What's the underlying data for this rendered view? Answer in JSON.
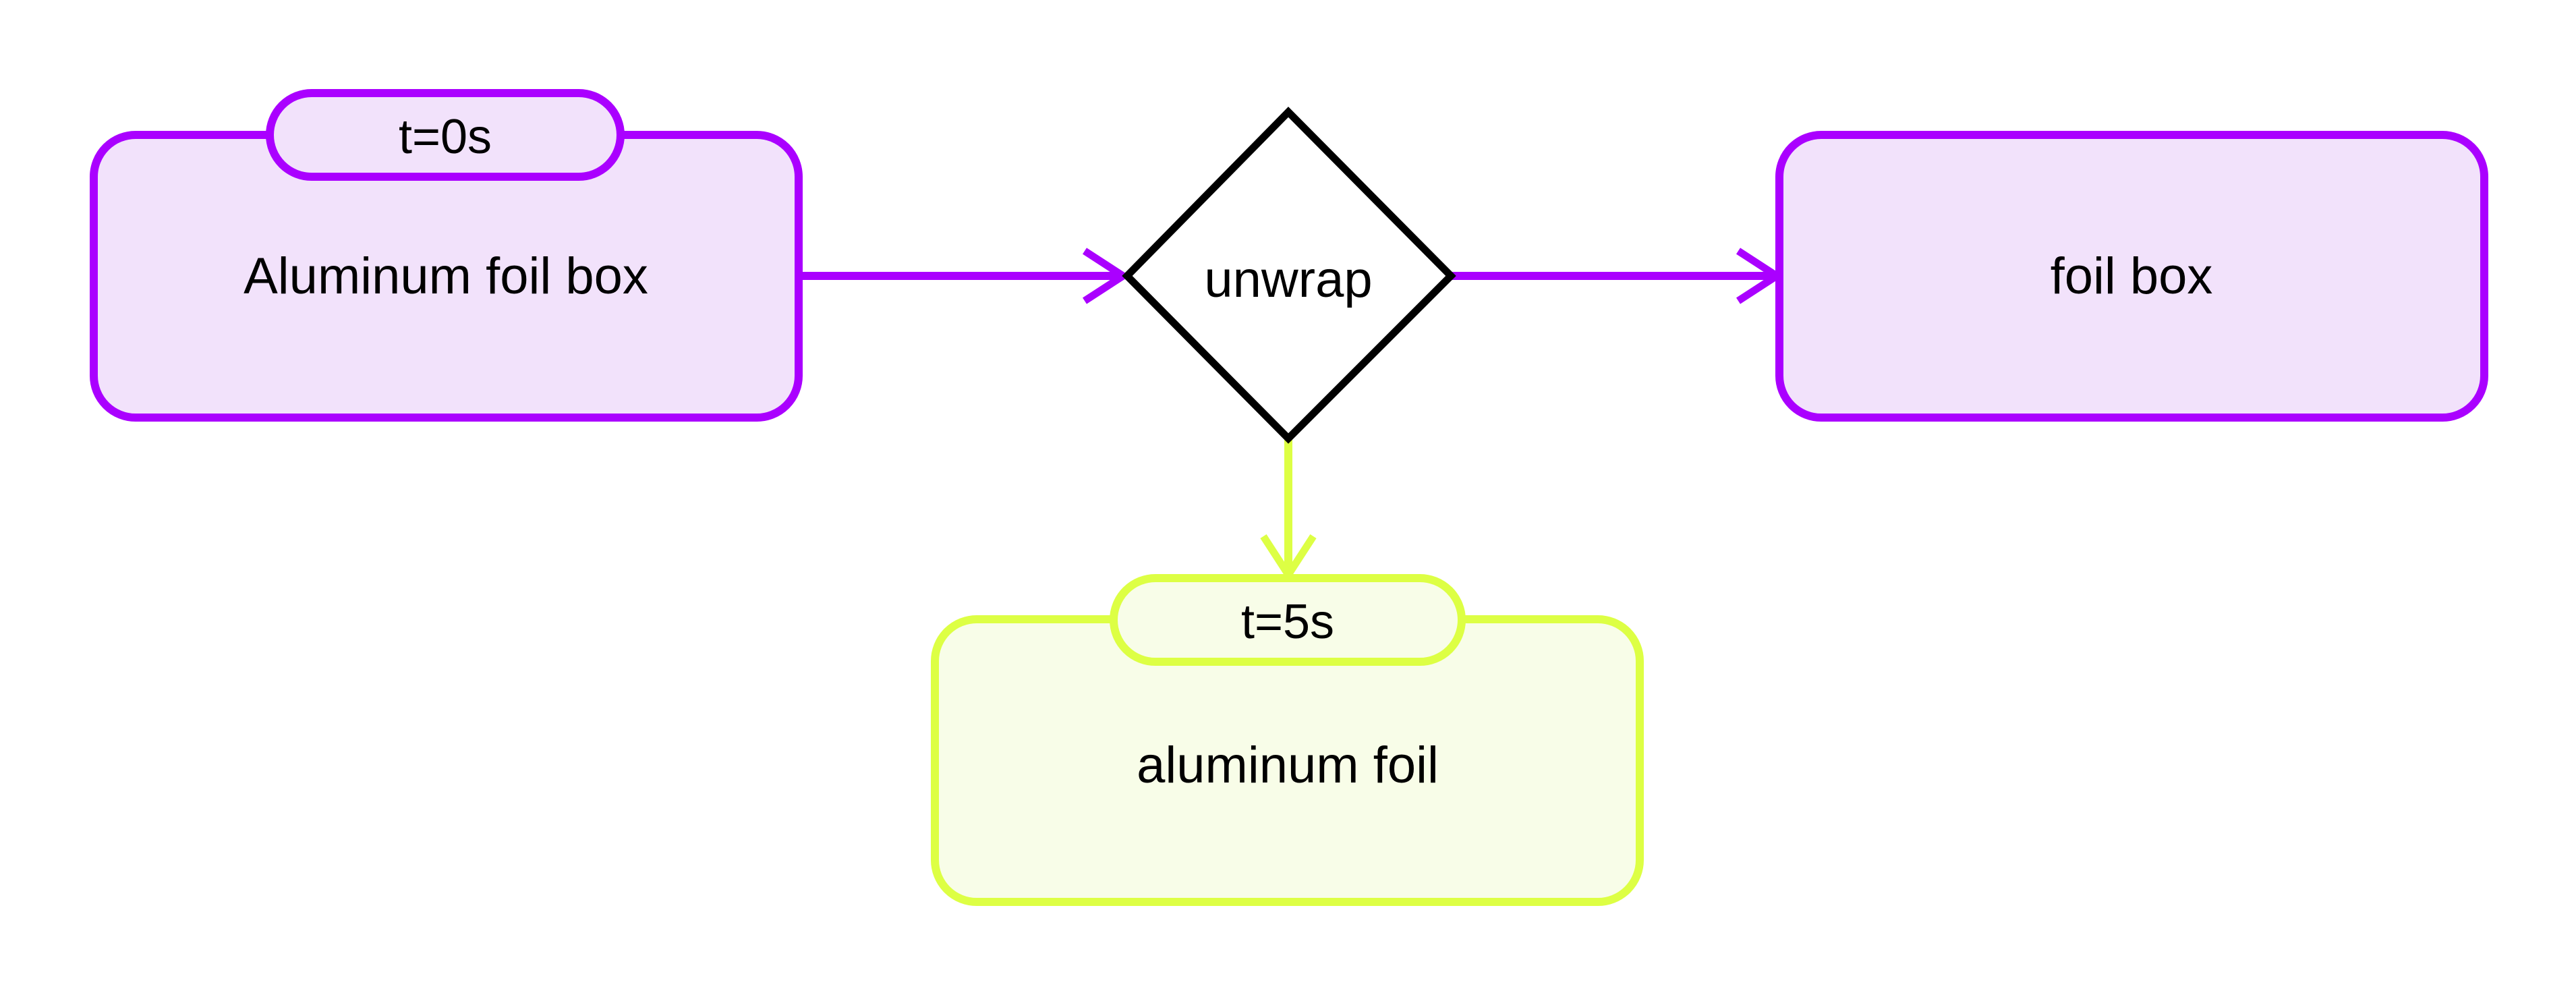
{
  "colors": {
    "purple_stroke": "#AA00FF",
    "purple_fill": "#F2E2FB",
    "yellow_stroke": "#DDFF44",
    "yellow_fill": "#F8FDE8",
    "diamond_stroke": "#000000",
    "diamond_fill": "#FFFFFF",
    "background": "#FFFFFF"
  },
  "nodes": {
    "source": {
      "label": "Aluminum foil box",
      "time_tag": "t=0s"
    },
    "process": {
      "label": "unwrap"
    },
    "output_main": {
      "label": "foil box"
    },
    "output_side": {
      "label": "aluminum foil",
      "time_tag": "t=5s"
    }
  },
  "edges": [
    {
      "from": "source",
      "to": "process",
      "color": "purple"
    },
    {
      "from": "process",
      "to": "output_main",
      "color": "purple"
    },
    {
      "from": "process",
      "to": "output_side",
      "color": "yellow"
    }
  ]
}
